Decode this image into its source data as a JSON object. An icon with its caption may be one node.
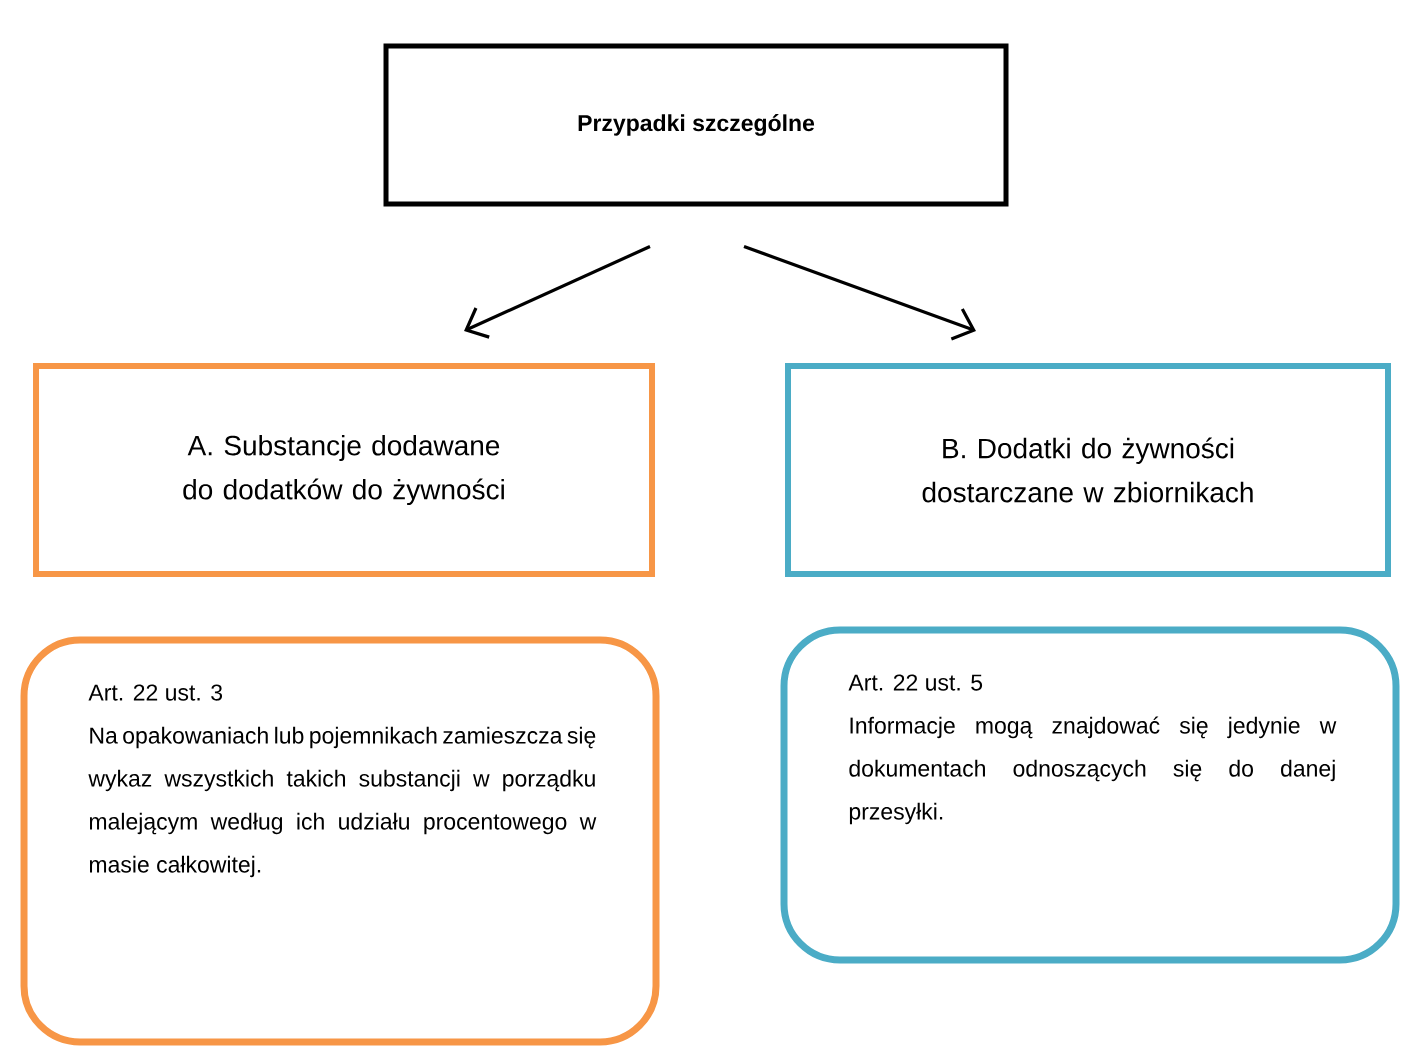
{
  "diagram": {
    "nodes": [
      {
        "text": [
          "Przypadki szczególne"
        ]
      },
      {
        "text": [
          "A. Substancje dodawane do dodatków do żywności"
        ]
      },
      {
        "text": [
          "B. Dodatki do żywności dostarczane w zbiornikach"
        ]
      },
      {
        "text": [
          "Art. 22 ust. 3",
          "Na opakowaniach lub pojemnikach zamieszcza się wykaz wszystkich takich substancji w porządku malejącym według ich udziału procentowego w masie całkowitej."
        ]
      },
      {
        "text": [
          "Art. 22 ust. 5",
          "Informacje mogą znajdować się jedynie w dokumentach odnoszących się do danej przesyłki."
        ]
      }
    ],
    "edges": [
      {
        "from": 0,
        "to": 1,
        "arrow": "to"
      },
      {
        "from": 0,
        "to": 2,
        "arrow": "to"
      }
    ]
  }
}
